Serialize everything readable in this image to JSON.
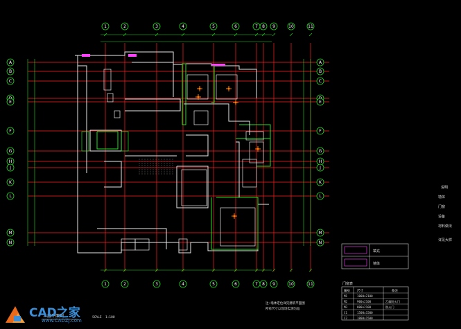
{
  "drawing": {
    "title": "二层平面图",
    "scale_label": "SCALE",
    "scale_value": "1:100"
  },
  "axis_labels": {
    "top": [
      "1",
      "2",
      "3",
      "4",
      "5",
      "6",
      "7",
      "8",
      "9",
      "10",
      "11"
    ],
    "bottom": [
      "1",
      "2",
      "3",
      "4",
      "5",
      "6",
      "7",
      "8",
      "9",
      "10",
      "11"
    ],
    "left": [
      "A",
      "B",
      "C",
      "D",
      "E",
      "F",
      "G",
      "H",
      "J",
      "K",
      "L",
      "M",
      "N"
    ],
    "right": [
      "A",
      "B",
      "C",
      "D",
      "E",
      "F",
      "G",
      "H",
      "J",
      "K",
      "L",
      "M",
      "N"
    ]
  },
  "legend": {
    "items": [
      "填充",
      "墙体"
    ]
  },
  "right_notes": [
    "说明",
    "墙体",
    "门窗",
    "设备",
    "材料做法",
    "详见大样"
  ],
  "table": {
    "title": "门窗表",
    "header": [
      "编号",
      "尺寸",
      "备注"
    ],
    "rows": [
      [
        "M1",
        "1000x2100",
        ""
      ],
      [
        "M2",
        "900x2100",
        "乙级防火门"
      ],
      [
        "M3",
        "800x2100",
        "防火门"
      ],
      [
        "C1",
        "1500x1500",
        ""
      ],
      [
        "C2",
        "1800x1500",
        ""
      ]
    ]
  },
  "notes_bottom": [
    "注:墙体定位详见建筑平面图",
    "所有尺寸以现场实测为准"
  ],
  "watermark": {
    "text": "CAD之家",
    "url": "www.CADZJ.com"
  },
  "colors": {
    "background": "#000000",
    "axis_red": "#ff2020",
    "wall_green": "#22e022",
    "wall_white": "#e8e8e8",
    "bubble_green": "#28d828",
    "fixture_orange": "#ff7a00",
    "magenta": "#ff40ff",
    "brand_blue": "#3a8fd8"
  }
}
